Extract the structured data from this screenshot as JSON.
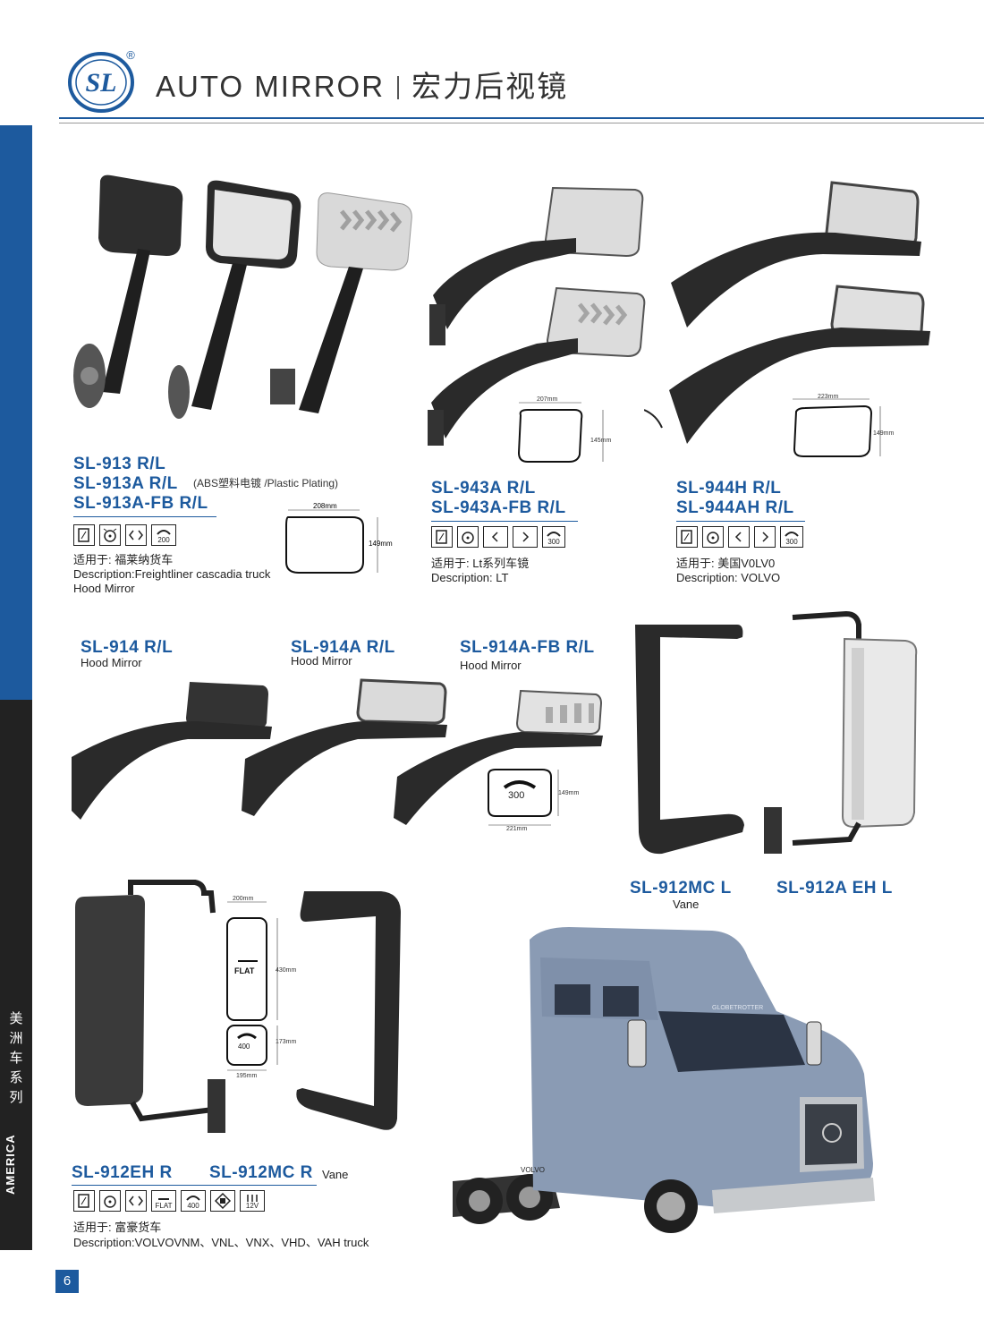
{
  "header": {
    "logo_text": "SL",
    "registered": "®",
    "title_en": "AUTO MIRROR",
    "title_cn": "宏力后视镜"
  },
  "side_tab": {
    "cn": [
      "美",
      "洲",
      "车",
      "系",
      "列"
    ],
    "en": "AMERICA"
  },
  "page_number": "6",
  "products": {
    "p913": {
      "models": [
        "SL-913 R/L",
        "SL-913A R/L",
        "SL-913A-FB R/L"
      ],
      "note": "(ABS塑料电镀 /Plastic Plating)",
      "applicable": "适用于: 福莱纳货车",
      "description": "Description:Freightliner cascadia truck",
      "description2": "Hood Mirror",
      "dim_w": "208mm",
      "dim_h": "149mm",
      "icon_value": "200"
    },
    "p943": {
      "models": [
        "SL-943A R/L",
        "SL-943A-FB R/L"
      ],
      "applicable": "适用于: Lt系列车镜",
      "description": "Description: LT",
      "dim_w": "207mm",
      "dim_h": "145mm",
      "icon_value": "300"
    },
    "p944": {
      "models": [
        "SL-944H R/L",
        "SL-944AH R/L"
      ],
      "applicable": "适用于: 美国V0LV0",
      "description": "Description: VOLVO",
      "dim_w": "223mm",
      "dim_h": "149mm",
      "icon_value": "300"
    },
    "p914": {
      "items": [
        {
          "model": "SL-914 R/L",
          "sub": "Hood Mirror"
        },
        {
          "model": "SL-914A R/L",
          "sub": "Hood Mirror"
        },
        {
          "model": "SL-914A-FB R/L",
          "sub": "Hood Mirror"
        }
      ],
      "dim_w": "221mm",
      "dim_h": "149mm",
      "glass_value": "300"
    },
    "p912mc_l": {
      "model": "SL-912MC L",
      "sub": "Vane"
    },
    "p912a_eh_l": {
      "model": "SL-912A EH L"
    },
    "p912": {
      "model_1": "SL-912EH R",
      "model_2": "SL-912MC R",
      "model_2_sub": "Vane",
      "applicable": "适用于: 富豪货车",
      "description": "Description:VOLVOVNM、VNL、VNX、VHD、VAH truck",
      "dim_top_w": "200mm",
      "dim_flat_h": "430mm",
      "dim_low_h": "173mm",
      "dim_bottom_w": "195mm",
      "flat_label": "FLAT",
      "glass_value": "400",
      "icon_flat": "FLAT",
      "icon_value": "400",
      "icon_heat": "12V"
    },
    "truck": {
      "windshield_text": "GLOBETROTTER",
      "side_text": "VOLVO"
    }
  },
  "colors": {
    "brand_blue": "#1d5a9e",
    "side_dark": "#222222",
    "truck_body": "#8a9bb4"
  }
}
